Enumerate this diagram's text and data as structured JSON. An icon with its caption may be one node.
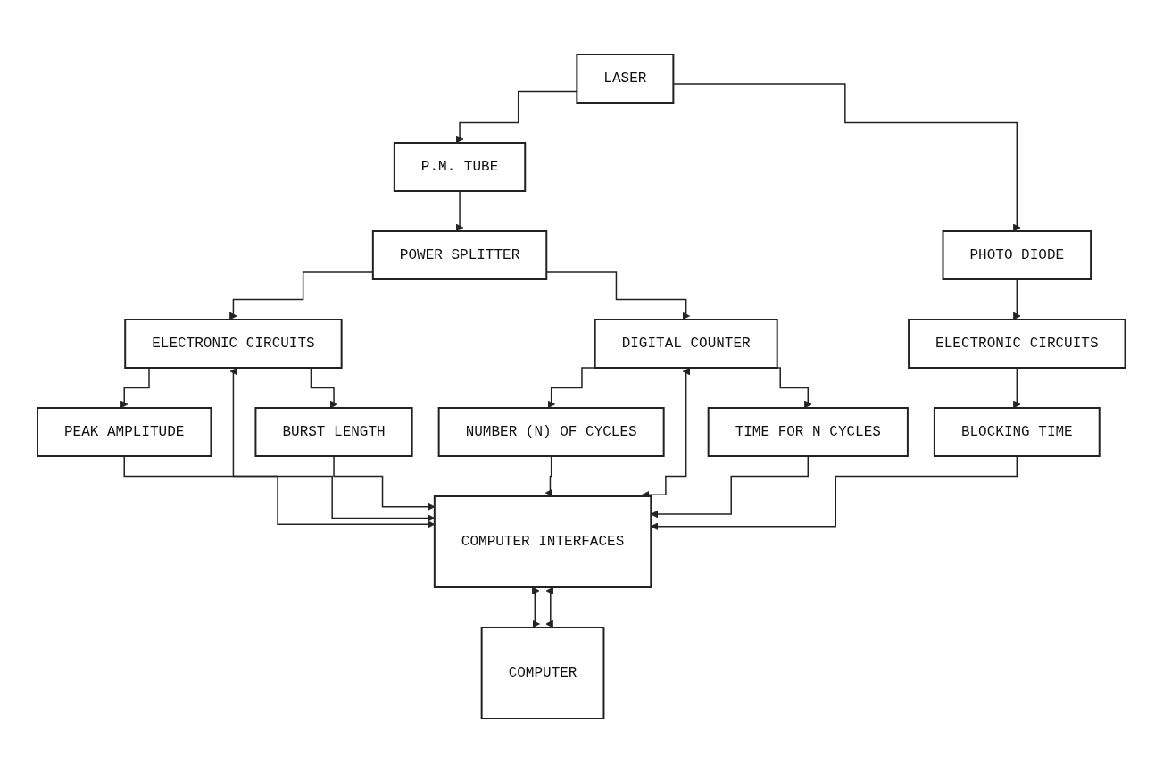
{
  "diagram": {
    "nodes": [
      {
        "text": [
          "LASER"
        ]
      },
      {
        "text": [
          "P.M. TUBE"
        ]
      },
      {
        "text": [
          "PHOTO DIODE"
        ]
      },
      {
        "text": [
          "POWER SPLITTER"
        ]
      },
      {
        "text": [
          "ELECTRONIC CIRCUITS"
        ]
      },
      {
        "text": [
          "DIGITAL COUNTER"
        ]
      },
      {
        "text": [
          "ELECTRONIC CIRCUITS"
        ]
      },
      {
        "text": [
          "PEAK AMPLITUDE"
        ]
      },
      {
        "text": [
          "BURST LENGTH"
        ]
      },
      {
        "text": [
          "NUMBER (N) OF CYCLES"
        ]
      },
      {
        "text": [
          "TIME FOR N CYCLES"
        ]
      },
      {
        "text": [
          "BLOCKING TIME"
        ]
      },
      {
        "text": [
          "COMPUTER INTERFACES"
        ]
      },
      {
        "text": [
          "COMPUTER"
        ]
      }
    ],
    "edges": [
      {
        "from": 0,
        "to": 1,
        "arrow": "to"
      },
      {
        "from": 0,
        "to": 2,
        "arrow": "to"
      },
      {
        "from": 1,
        "to": 3,
        "arrow": "to"
      },
      {
        "from": 3,
        "to": 4,
        "arrow": "to"
      },
      {
        "from": 3,
        "to": 5,
        "arrow": "to"
      },
      {
        "from": 2,
        "to": 6,
        "arrow": "to"
      },
      {
        "from": 4,
        "to": 7,
        "arrow": "to"
      },
      {
        "from": 4,
        "to": 8,
        "arrow": "to"
      },
      {
        "from": 5,
        "to": 9,
        "arrow": "to"
      },
      {
        "from": 5,
        "to": 10,
        "arrow": "to"
      },
      {
        "from": 6,
        "to": 11,
        "arrow": "to"
      },
      {
        "from": 7,
        "to": 12,
        "arrow": "to"
      },
      {
        "from": 4,
        "to": 12,
        "arrow": "both"
      },
      {
        "from": 8,
        "to": 12,
        "arrow": "to"
      },
      {
        "from": 9,
        "to": 12,
        "arrow": "to"
      },
      {
        "from": 5,
        "to": 12,
        "arrow": "both"
      },
      {
        "from": 10,
        "to": 12,
        "arrow": "to"
      },
      {
        "from": 11,
        "to": 12,
        "arrow": "to"
      },
      {
        "from": 12,
        "to": 13,
        "arrow": "both"
      },
      {
        "from": 12,
        "to": 13,
        "arrow": "both"
      }
    ]
  }
}
